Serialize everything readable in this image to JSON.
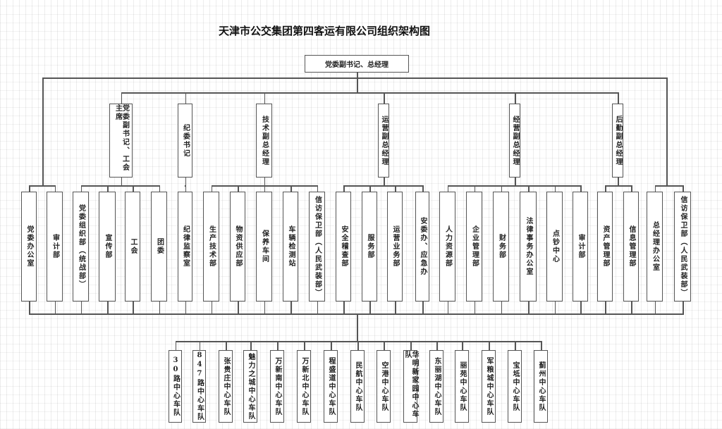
{
  "title": "天津市公交集团第四客运有限公司组织架构图",
  "top": "党委副书记、总经理",
  "leaders": [
    "党委副书记、工会主席",
    "纪委书记",
    "技术副总经理",
    "运营副总经理",
    "经营副总经理",
    "后勤副总经理"
  ],
  "groups": [
    {
      "departments": [
        "党委办公室",
        "审计部"
      ]
    },
    {
      "departments": [
        "党委组织部（统战部）",
        "宣传部",
        "工会",
        "团委"
      ]
    },
    {
      "departments": [
        "纪律监察室"
      ]
    },
    {
      "departments": [
        "生产技术部",
        "物资供应部",
        "保养车间",
        "车辆检测站",
        "信访保卫部（人民武装部）"
      ]
    },
    {
      "departments": [
        "安全稽查部",
        "服务部",
        "运营业务部",
        "安委办、应急办"
      ]
    },
    {
      "departments": [
        "人力资源部",
        "企业管理部",
        "财务部",
        "法律事务办公室",
        "点钞中心",
        "审计部"
      ]
    },
    {
      "departments": [
        "资产管理部",
        "信息管理部"
      ]
    },
    {
      "departments": [
        "总经理办公室",
        "信访保卫部（人民武装部）"
      ]
    }
  ],
  "fleets": [
    "30路中心车队",
    "847路中心车队",
    "张贵庄中心车队",
    "魅力之城中心车队",
    "万新南中心车队",
    "万新北中心车队",
    "程盛道中心车队",
    "民航中心车队",
    "空港中心车队",
    "华明新家园中心车队",
    "东丽湖中心车队",
    "丽苑中心车队",
    "军粮城中心车队",
    "宝坻中心车队",
    "蓟州中心车队"
  ]
}
